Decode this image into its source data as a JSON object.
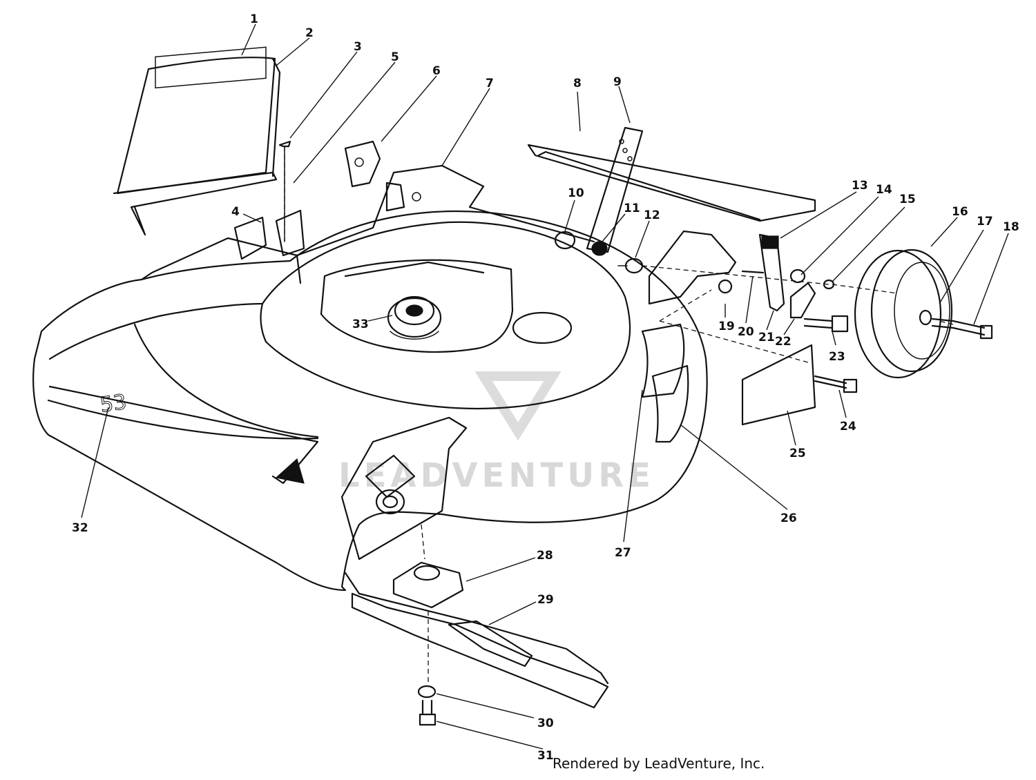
{
  "diagram": {
    "callouts": [
      "1",
      "2",
      "3",
      "4",
      "5",
      "6",
      "7",
      "8",
      "9",
      "10",
      "11",
      "12",
      "13",
      "14",
      "15",
      "16",
      "17",
      "18",
      "19",
      "20",
      "21",
      "22",
      "23",
      "24",
      "25",
      "26",
      "27",
      "28",
      "29",
      "30",
      "31",
      "32",
      "33"
    ],
    "deck_marking": "53",
    "watermark": "LEADVENTURE",
    "credit": "Rendered by LeadVenture, Inc."
  }
}
